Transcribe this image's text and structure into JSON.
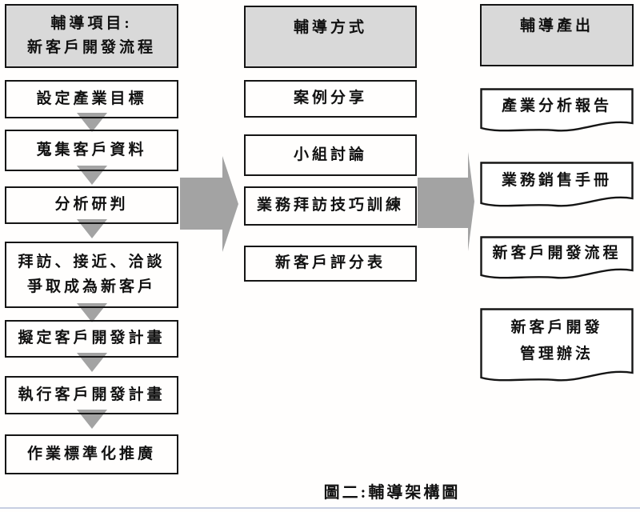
{
  "columns": {
    "left": {
      "header_line1": "輔導項目:",
      "header_line2": "新客戶開發流程",
      "boxes": [
        {
          "label": "設定產業目標"
        },
        {
          "label": "蒐集客戶資料"
        },
        {
          "label": "分析研判"
        },
        {
          "label1": "拜訪、接近、洽談",
          "label2": "爭取成為新客戶"
        },
        {
          "label": "擬定客戶開發計畫"
        },
        {
          "label": "執行客戶開發計畫"
        },
        {
          "label": "作業標準化推廣"
        }
      ]
    },
    "middle": {
      "header": "輔導方式",
      "boxes": [
        {
          "label": "案例分享"
        },
        {
          "label": "小組討論"
        },
        {
          "label": "業務拜訪技巧訓練"
        },
        {
          "label": "新客戶評分表"
        }
      ]
    },
    "right": {
      "header": "輔導產出",
      "docs": [
        {
          "label": "產業分析報告"
        },
        {
          "label": "業務銷售手冊"
        },
        {
          "label": "新客戶開發流程"
        },
        {
          "label1": "新客戶開發",
          "label2": "管理辦法"
        }
      ]
    }
  },
  "caption": "圖二:輔導架構圖",
  "colors": {
    "header_fill": "#d9d9d9",
    "arrow_fill": "#a3a3a3",
    "border_color": "#151515",
    "divider": "#c7cfe2"
  }
}
